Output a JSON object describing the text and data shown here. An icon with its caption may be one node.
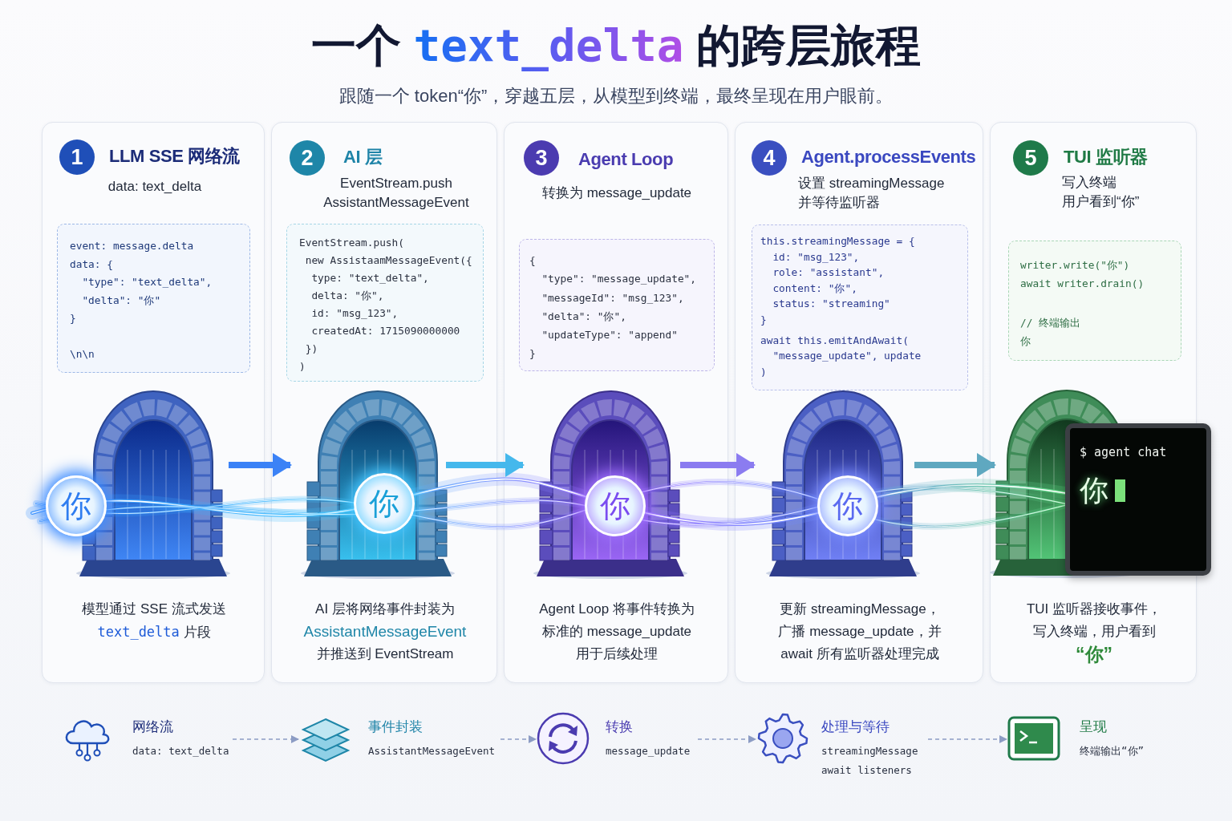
{
  "diagram": {
    "title": "一个 **text_delta** 的跨层旅程",
    "nodes": [
      {
        "text": [
          "1",
          "LLM SSE 网络流",
          "data: text_delta",
          "模型通过 SSE 流式发送 **text_delta** 片段"
        ]
      },
      {
        "text": [
          "2",
          "AI 层",
          "EventStream.push AssistantMessageEvent",
          "AI 层将网络事件封装为 **AssistantMessageEvent** 并推送到 EventStream"
        ]
      },
      {
        "text": [
          "3",
          "Agent Loop",
          "转换为 message_update",
          "Agent Loop 将事件转换为标准的 message_update 用于后续处理"
        ]
      },
      {
        "text": [
          "4",
          "Agent.processEvents",
          "设置 streamingMessage 并等待监听器",
          "更新 streamingMessage，广播 message_update，并 await 所有监听器处理完成"
        ]
      },
      {
        "text": [
          "5",
          "TUI 监听器",
          "写入终端",
          "用户看到“你”",
          "TUI 监听器接收事件，写入终端，用户看到**“你”**"
        ]
      },
      {
        "text": [
          "event: message.delta",
          "data: {",
          "  \"type\": \"text_delta\",",
          "  \"delta\": \"你\"",
          "}",
          "\\n\\n"
        ],
        "in": 0
      },
      {
        "text": [
          "EventStream.push(",
          " new AssistaamMessageEvent({",
          "  type: \"text_delta\",",
          "  delta: \"你\",",
          "  id: \"msg_123\",",
          "  createdAt: 1715090000000",
          " })",
          ")"
        ],
        "in": 1
      },
      {
        "text": [
          "{",
          "  \"type\": \"message_update\",",
          "  \"messageId\": \"msg_123\",",
          "  \"delta\": \"你\",",
          "  \"updateType\": \"append\"",
          "}"
        ],
        "in": 2
      },
      {
        "text": [
          "this.streamingMessage = {",
          "  id: \"msg_123\",",
          "  role: \"assistant\",",
          "  content: \"你\",",
          "  status: \"streaming\"",
          "}",
          "await this.emitAndAwait(",
          "  \"message_update\", update",
          ")"
        ],
        "in": 3
      },
      {
        "text": [
          "writer.write(\"你\")",
          "await writer.drain()",
          "// 终端输出",
          "你"
        ],
        "in": 4
      },
      {
        "text": [
          "你"
        ],
        "in": 0
      },
      {
        "text": [
          "你"
        ],
        "in": 1
      },
      {
        "text": [
          "你"
        ],
        "in": 2
      },
      {
        "text": [
          "你"
        ],
        "in": 3
      },
      {
        "text": [
          "$ agent chat",
          "你"
        ]
      },
      {
        "text": [
          "网络流",
          "data: text_delta"
        ]
      },
      {
        "text": [
          "事件封装",
          "AssistantMessageEvent"
        ]
      },
      {
        "text": [
          "转换",
          "message_update"
        ]
      },
      {
        "text": [
          "处理与等待",
          "streamingMessage await listeners"
        ]
      },
      {
        "text": [
          "呈现",
          "终端输出“你”"
        ]
      }
    ],
    "edges": [
      {
        "from": 10,
        "to": 11,
        "arrow": "to",
        "style": "thick",
        "color": "#3b82f6"
      },
      {
        "from": 11,
        "to": 12,
        "arrow": "to",
        "style": "thick",
        "color": "#45b8ec"
      },
      {
        "from": 12,
        "to": 13,
        "arrow": "to",
        "style": "thick",
        "color": "#8b7cf0"
      },
      {
        "from": 13,
        "to": 14,
        "arrow": "to",
        "style": "thick",
        "color": "#5fa8c0"
      },
      {
        "from": 15,
        "to": 16,
        "arrow": "to",
        "style": "dashed"
      },
      {
        "from": 16,
        "to": 17,
        "arrow": "to",
        "style": "dashed"
      },
      {
        "from": 17,
        "to": 18,
        "arrow": "to",
        "style": "dashed"
      },
      {
        "from": 18,
        "to": 19,
        "arrow": "to",
        "style": "dashed"
      }
    ],
    "labels": [
      "跟随一个 token“你”，穿越五层，从模型到终端，最终呈现在用户眼前。"
    ]
  }
}
